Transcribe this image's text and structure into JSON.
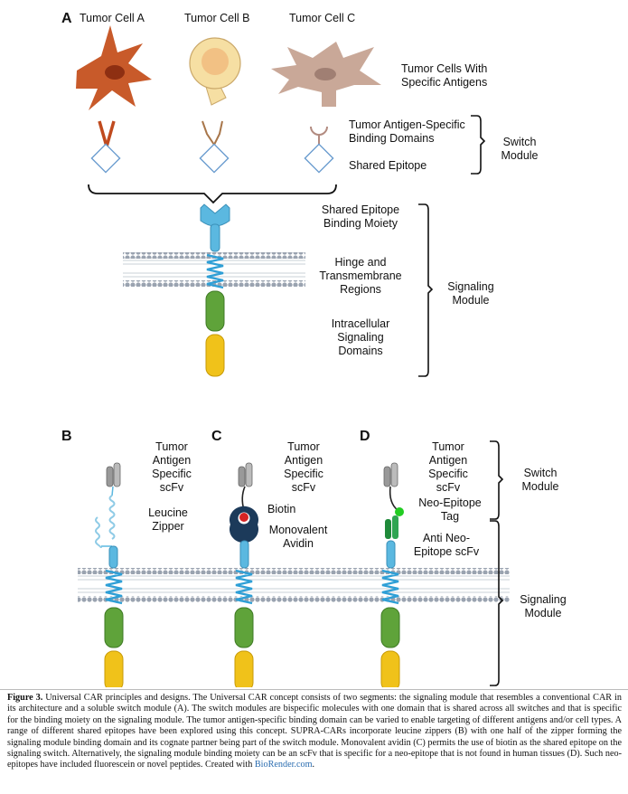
{
  "panels": {
    "a": "A",
    "b": "B",
    "c": "C",
    "d": "D"
  },
  "panel_a": {
    "tumor_cell_a": "Tumor Cell A",
    "tumor_cell_b": "Tumor Cell B",
    "tumor_cell_c": "Tumor Cell C",
    "tumor_cells_label": [
      "Tumor Cells With",
      "Specific Antigens"
    ],
    "binding_domains_label": [
      "Tumor Antigen-Specific",
      "Binding Domains"
    ],
    "shared_epitope_label": "Shared Epitope",
    "switch_module_label": [
      "Switch",
      "Module"
    ],
    "binding_moiety_label": [
      "Shared Epitope",
      "Binding Moiety"
    ],
    "hinge_label": [
      "Hinge and",
      "Transmembrane",
      "Regions"
    ],
    "intracellular_label": [
      "Intracellular",
      "Signaling",
      "Domains"
    ],
    "signaling_module_label": [
      "Signaling",
      "Module"
    ]
  },
  "panel_b": {
    "scfv_label": [
      "Tumor",
      "Antigen",
      "Specific",
      "scFv"
    ],
    "zipper_label": [
      "Leucine",
      "Zipper"
    ]
  },
  "panel_c": {
    "scfv_label": [
      "Tumor",
      "Antigen",
      "Specific",
      "scFv"
    ],
    "biotin_label": "Biotin",
    "avidin_label": [
      "Monovalent",
      "Avidin"
    ]
  },
  "panel_d": {
    "scfv_label": [
      "Tumor",
      "Antigen",
      "Specific",
      "scFv"
    ],
    "neo_tag_label": [
      "Neo-Epitope",
      "Tag"
    ],
    "anti_neo_label": [
      "Anti Neo-",
      "Epitope scFv"
    ],
    "switch_module_label": [
      "Switch",
      "Module"
    ],
    "signaling_module_label": [
      "Signaling",
      "Module"
    ]
  },
  "colors": {
    "tumor_a": "#c85a2a",
    "tumor_b": "#f6dfa3",
    "tumor_c": "#c9a898",
    "receptor_blue": "#5bb8e0",
    "green": "#5fa33a",
    "yellow": "#f0c21a",
    "membrane": "#9aa3b0",
    "avidin": "#1c3a5a",
    "biotin": "#d62424",
    "neo_tag": "#22cc22",
    "anti_neo": "#1f8a3a",
    "scfv_gray": "#888888"
  },
  "caption": {
    "fig_label": "Figure 3.",
    "text": " Universal CAR principles and designs. The Universal CAR concept consists of two segments: the signaling module that resembles a conventional CAR in its architecture and a soluble switch module (A). The switch modules are bispecific molecules with one domain that is shared across all switches and that is specific for the binding moiety on the signaling module. The tumor antigen-specific binding domain can be varied to enable targeting of different antigens and/or cell types. A range of different shared epitopes have been explored using this concept. SUPRA-CARs incorporate leucine zippers (B) with one half of the zipper forming the signaling module binding domain and its cognate partner being part of the switch module. Monovalent avidin (C) permits the use of biotin as the shared epitope on the signaling switch. Alternatively, the signaling module binding moiety can be an scFv that is specific for a neo-epitope that is not found in human tissues (D). Such neo-epitopes have included fluorescein or novel peptides. Created with ",
    "link": "BioRender.com",
    "end": "."
  }
}
